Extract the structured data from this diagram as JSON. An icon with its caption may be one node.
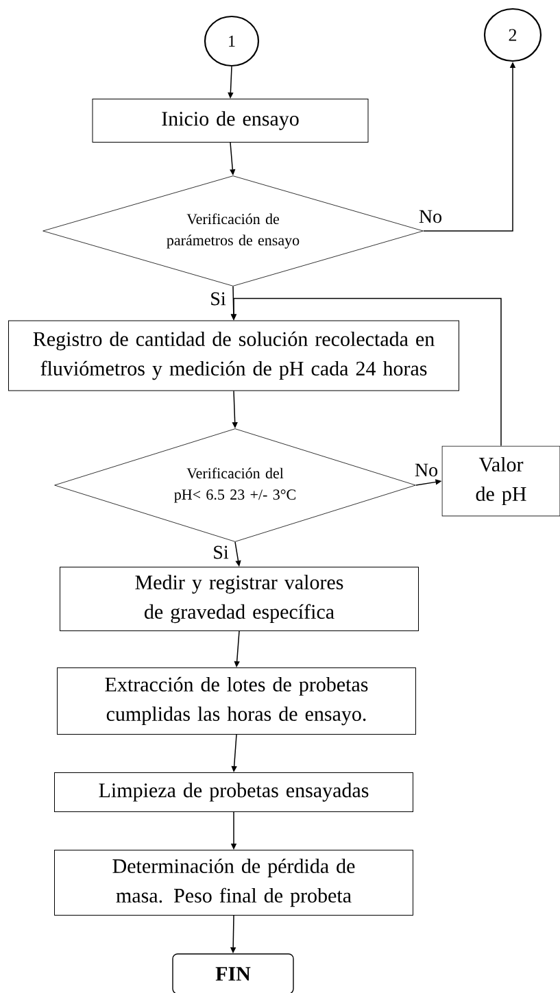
{
  "diagram": {
    "nodes": [
      {
        "text": [
          "1"
        ]
      },
      {
        "text": [
          "2"
        ]
      },
      {
        "text": [
          "Inicio de ensayo"
        ]
      },
      {
        "text": [
          "Verificación de parámetros de ensayo"
        ]
      },
      {
        "text": [
          "Registro de cantidad de solución recolectada en fluviómetros y medición de pH cada 24 horas"
        ]
      },
      {
        "text": [
          "Verificación del pH< 6.5 23 +/- 3°C"
        ]
      },
      {
        "text": [
          "Valor de pH"
        ]
      },
      {
        "text": [
          "Medir y registrar valores de gravedad específica"
        ]
      },
      {
        "text": [
          "Extracción de lotes de probetas cumplidas las horas de ensayo."
        ]
      },
      {
        "text": [
          "Limpieza de probetas ensayadas"
        ]
      },
      {
        "text": [
          "Determinación de pérdida de masa. Peso final de probeta"
        ]
      },
      {
        "text": [
          "FIN"
        ]
      }
    ],
    "edges": [
      {
        "from": 0,
        "to": 2,
        "arrow": "to"
      },
      {
        "from": 2,
        "to": 3,
        "arrow": "to"
      },
      {
        "from": 3,
        "to": 1,
        "arrow": "to",
        "label": "No"
      },
      {
        "from": 3,
        "to": 4,
        "arrow": "to",
        "label": "Si"
      },
      {
        "from": 4,
        "to": 5,
        "arrow": "to"
      },
      {
        "from": 5,
        "to": 6,
        "arrow": "to",
        "label": "No"
      },
      {
        "from": 6,
        "to": 4,
        "arrow": "to"
      },
      {
        "from": 5,
        "to": 7,
        "arrow": "to",
        "label": "Si"
      },
      {
        "from": 7,
        "to": 8,
        "arrow": "to"
      },
      {
        "from": 8,
        "to": 9,
        "arrow": "to"
      },
      {
        "from": 9,
        "to": 10,
        "arrow": "to"
      },
      {
        "from": 10,
        "to": 11,
        "arrow": "to"
      }
    ]
  }
}
